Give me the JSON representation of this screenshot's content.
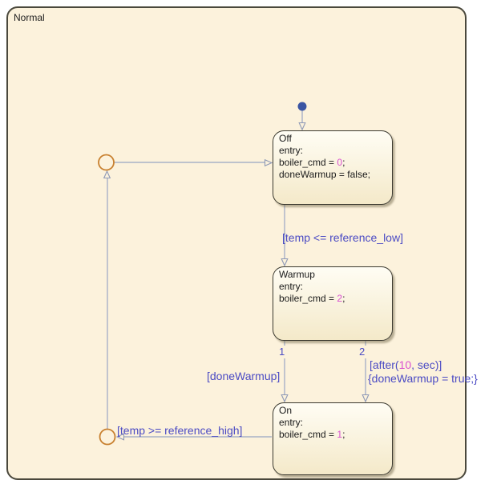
{
  "colors": {
    "chart_bg": "#fcf2dc",
    "page_bg": "#ffffff",
    "state_border": "#3b392f",
    "normal_border": "#4a483c",
    "state_fill_top": "#fffdf4",
    "state_fill_bottom": "#f4e9c9",
    "line_gray": "#a8b1c7",
    "arrow_stroke": "#8e99b6",
    "label_blue": "#4b4bc4",
    "number_pink": "#d94fd0",
    "junction_orange": "#c8802f",
    "dot_blue": "#3a55a3",
    "state_text": "#1a1a1a"
  },
  "states": {
    "normal": {
      "title": "Normal"
    },
    "off": {
      "title": "Off",
      "entry": "entry:",
      "line1_pre": "boiler_cmd = ",
      "line1_num": "0",
      "line1_post": ";",
      "line2": "doneWarmup = false;"
    },
    "warmup": {
      "title": "Warmup",
      "entry": "entry:",
      "line1_pre": "boiler_cmd = ",
      "line1_num": "2",
      "line1_post": ";"
    },
    "on": {
      "title": "On",
      "entry": "entry:",
      "line1_pre": "boiler_cmd = ",
      "line1_num": "1",
      "line1_post": ";"
    }
  },
  "labels": {
    "temp_low": {
      "text": "[temp <= reference_low]"
    },
    "done_warmup": {
      "text": "[doneWarmup]"
    },
    "temp_high": {
      "text": "[temp >= reference_high]"
    },
    "after": {
      "pre": "[after(",
      "num": "10",
      "post": ", sec)]"
    },
    "action": {
      "text": "{doneWarmup = true;}"
    },
    "port1": "1",
    "port2": "2"
  }
}
